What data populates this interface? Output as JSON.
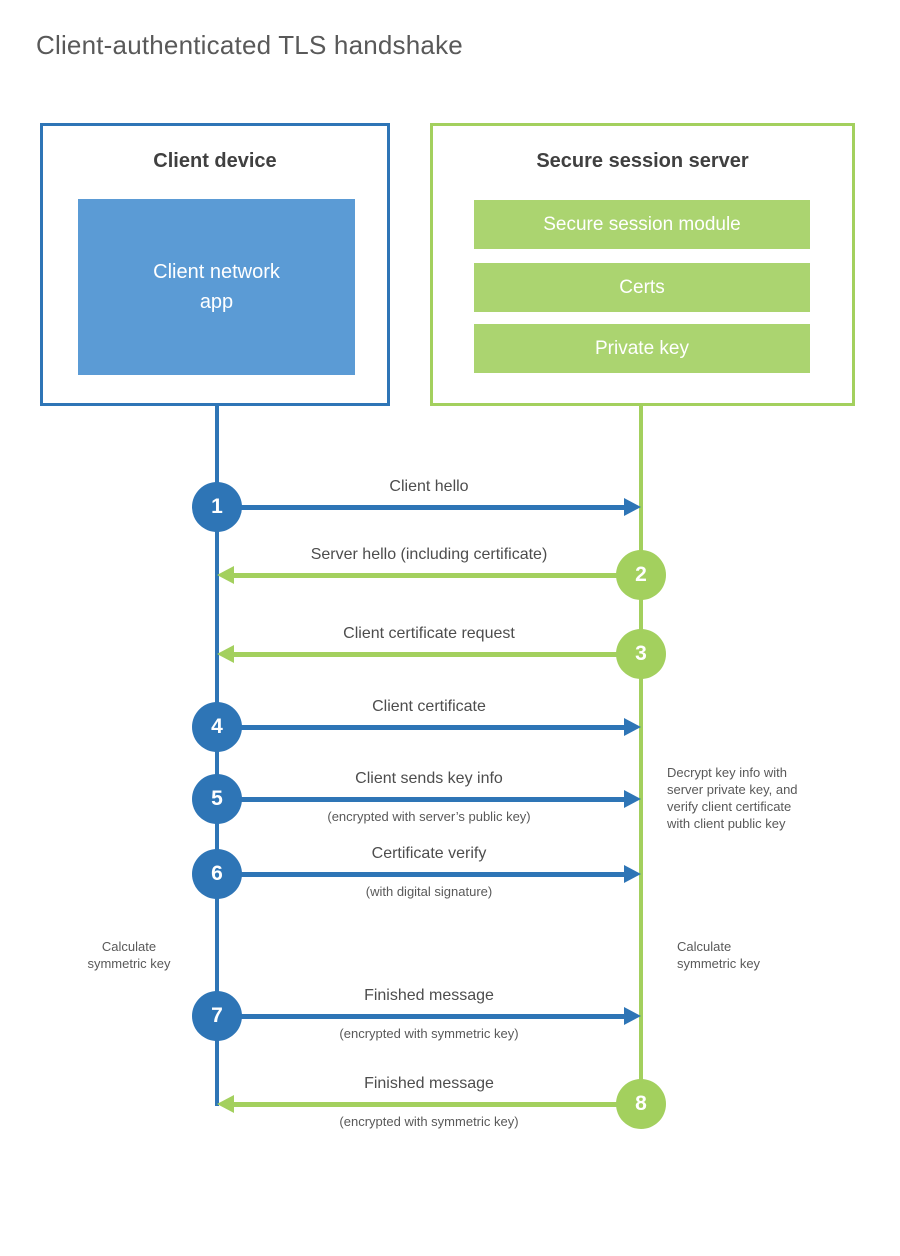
{
  "title": "Client-authenticated TLS handshake",
  "client": {
    "title": "Client device",
    "app": "Client network\napp"
  },
  "server": {
    "title": "Secure session server",
    "modules": [
      "Secure session module",
      "Certs",
      "Private key"
    ]
  },
  "steps": [
    {
      "number": "1",
      "actor": "client",
      "direction": "right",
      "label": "Client hello",
      "sublabel": ""
    },
    {
      "number": "2",
      "actor": "server",
      "direction": "left",
      "label": "Server hello (including certificate)",
      "sublabel": ""
    },
    {
      "number": "3",
      "actor": "server",
      "direction": "left",
      "label": "Client certificate request",
      "sublabel": ""
    },
    {
      "number": "4",
      "actor": "client",
      "direction": "right",
      "label": "Client certificate",
      "sublabel": ""
    },
    {
      "number": "5",
      "actor": "client",
      "direction": "right",
      "label": "Client sends key info",
      "sublabel": "(encrypted with server’s public key)"
    },
    {
      "number": "6",
      "actor": "client",
      "direction": "right",
      "label": "Certificate verify",
      "sublabel": "(with digital signature)"
    },
    {
      "number": "7",
      "actor": "client",
      "direction": "right",
      "label": "Finished message",
      "sublabel": "(encrypted with symmetric key)"
    },
    {
      "number": "8",
      "actor": "server",
      "direction": "left",
      "label": "Finished message",
      "sublabel": "(encrypted with symmetric key)"
    }
  ],
  "annotations": {
    "decrypt_note": "Decrypt key info with\nserver private key, and\nverify client certificate\nwith client public key",
    "calculate_left": "Calculate\nsymmetric key",
    "calculate_right": "Calculate\nsymmetric key"
  },
  "colors": {
    "blue": "#2e75b6",
    "blue_fill": "#5b9bd5",
    "green": "#a3d05e",
    "green_fill": "#abd470",
    "title_text": "#595959",
    "heading_text": "#404040"
  }
}
